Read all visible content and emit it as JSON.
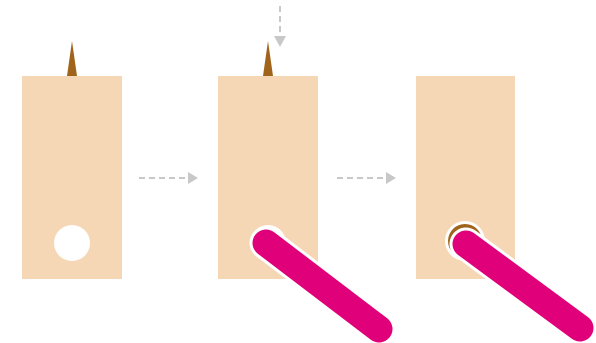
{
  "colors": {
    "background": "#ffffff",
    "block": "#f5d7b5",
    "spike": "#a0631c",
    "hole": "#ffffff",
    "rod": "#e0007a",
    "rod_outline": "#ffffff",
    "arrow": "#c8c8c8"
  },
  "panels": [
    {
      "state": "block-with-spike-and-empty-hole",
      "has_spike": true,
      "has_rod": false,
      "spike_inside_hole": false
    },
    {
      "state": "rod-inserted-in-hole",
      "has_spike": true,
      "has_rod": true,
      "spike_inside_hole": false
    },
    {
      "state": "spike-pressed-into-hole-behind-rod",
      "has_spike": false,
      "has_rod": true,
      "spike_inside_hole": true
    }
  ],
  "arrows": [
    {
      "direction": "right",
      "between": "panel-1-to-panel-2"
    },
    {
      "direction": "right",
      "between": "panel-2-to-panel-3"
    },
    {
      "direction": "down",
      "target": "panel-2-spike"
    }
  ]
}
